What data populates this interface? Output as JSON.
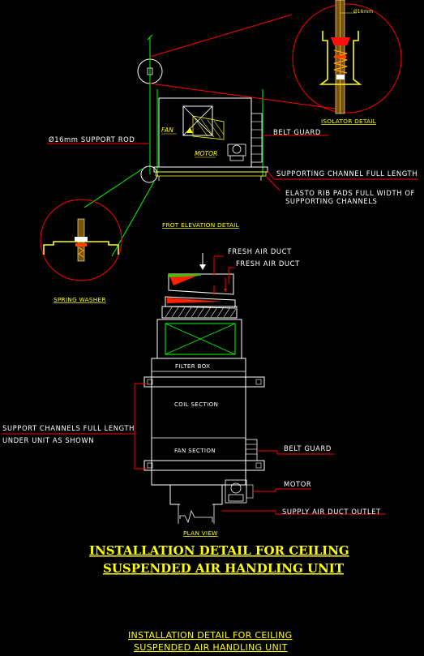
{
  "colors": {
    "background": "#000000",
    "leader": "#ff0000",
    "unit_outline": "#ffffff",
    "support_green": "#00ff00",
    "caption_yellow": "#ffff00",
    "fill_red": "#ff2000"
  },
  "front_elevation": {
    "support_rod_label": "Ø16mm SUPPORT ROD",
    "fan_label": "FAN",
    "motor_label": "MOTOR",
    "belt_guard_label": "BELT GUARD",
    "supporting_channel_label": "SUPPORTING CHANNEL FULL LENGTH",
    "elasto_pads_line1": "ELASTO RIB PADS FULL WIDTH OF",
    "elasto_pads_line2": "SUPPORTING CHANNELS",
    "caption": "FROT ELEVATION DETAIL"
  },
  "isolator_detail": {
    "rod_size_label": "Ø16mm",
    "caption": "ISOLATOR DETAIL"
  },
  "spring_washer": {
    "caption": "SPRING WASHER"
  },
  "plan_view": {
    "fresh_air_duct_1": "FRESH AIR DUCT",
    "fresh_air_duct_2": "FRESH AIR DUCT",
    "filter_box_label": "FILTER BOX",
    "coil_section_label": "COIL SECTION",
    "fan_section_label": "FAN SECTION",
    "support_channels_line1": "SUPPORT CHANNELS FULL LENGTH",
    "support_channels_line2": "UNDER UNIT AS SHOWN",
    "belt_guard_label": "BELT GUARD",
    "motor_label": "MOTOR",
    "supply_duct_label": "SUPPLY AIR DUCT OUTLET",
    "caption": "PLAN VIEW"
  },
  "title": {
    "line1": "INSTALLATION DETAIL FOR CEILING",
    "line2": "SUSPENDED AIR HANDLING UNIT"
  },
  "subtitle": {
    "line1": "INSTALLATION DETAIL FOR CEILING",
    "line2": "SUSPENDED AIR HANDLING UNIT"
  }
}
